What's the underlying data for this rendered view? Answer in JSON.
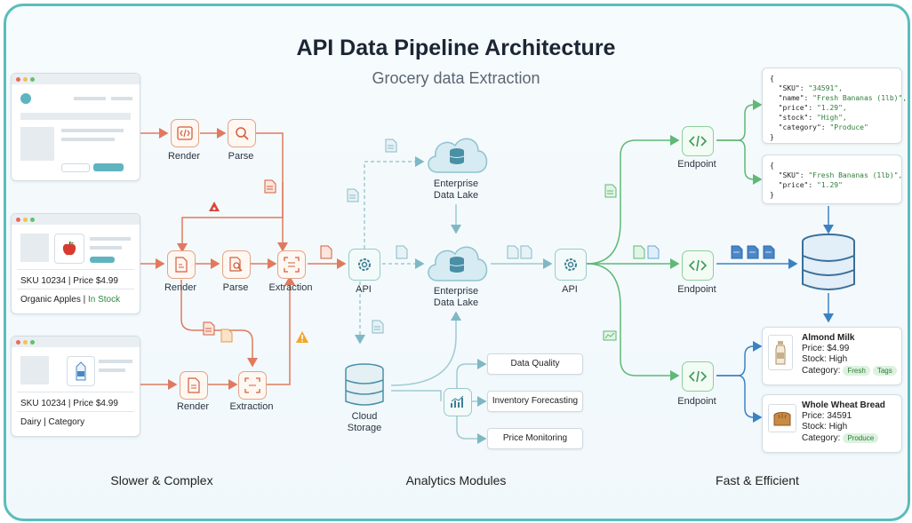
{
  "title": "API Data Pipeline Architecture",
  "subtitle": "Grocery data Extraction",
  "sections": {
    "left": "Slower & Complex",
    "middle": "Analytics Modules",
    "right": "Fast & Efficient"
  },
  "sources": {
    "apples": {
      "sku_line": "SKU 10234 | Price $4.99",
      "name": "Organic Apples",
      "separator": " | ",
      "status": "In Stock"
    },
    "dairy": {
      "sku_line": "SKU 10234 | Price $4.99",
      "category_line": "Dairy | Category"
    }
  },
  "steps": {
    "render": "Render",
    "parse": "Parse",
    "extraction": "Extraction",
    "api": "API",
    "endpoint": "Endpoint",
    "data_lake": "Enterprise\nData Lake",
    "cloud_storage": "Cloud\nStorage"
  },
  "modules": [
    "Data Quality",
    "Inventory Forecasting",
    "Price Monitoring"
  ],
  "json_full": {
    "sku_key": "\"SKU\": ",
    "sku_val": "\"34591\",",
    "name_key": "\"name\": ",
    "name_val": "\"Fresh Bananas (1lb)\",",
    "price_key": "\"price\": ",
    "price_val": "\"1.29\",",
    "stock_key": "\"stock\": ",
    "stock_val": "\"High\",",
    "cat_key": "\"category\": ",
    "cat_val": "\"Produce\""
  },
  "json_short": {
    "sku_key": "\"SKU\": ",
    "sku_val": "\"Fresh Bananas (1lb)\",",
    "price_key": "\"price\": ",
    "price_val": "\"1.29\""
  },
  "products": [
    {
      "name": "Almond Milk",
      "price": "Price: $4.99",
      "stock": "Stock: High",
      "category_label": "Category:",
      "tags": [
        "Fresh",
        "Tags"
      ]
    },
    {
      "name": "Whole Wheat Bread",
      "price": "Price: 34591",
      "stock": "Stock: High",
      "category_label": "Category:",
      "tags": [
        "Produce"
      ]
    }
  ],
  "colors": {
    "orange": "#e07a5f",
    "teal": "#7fb8c4",
    "green": "#5fb877",
    "blue": "#3b82c4",
    "border": "#5bbcbc"
  }
}
